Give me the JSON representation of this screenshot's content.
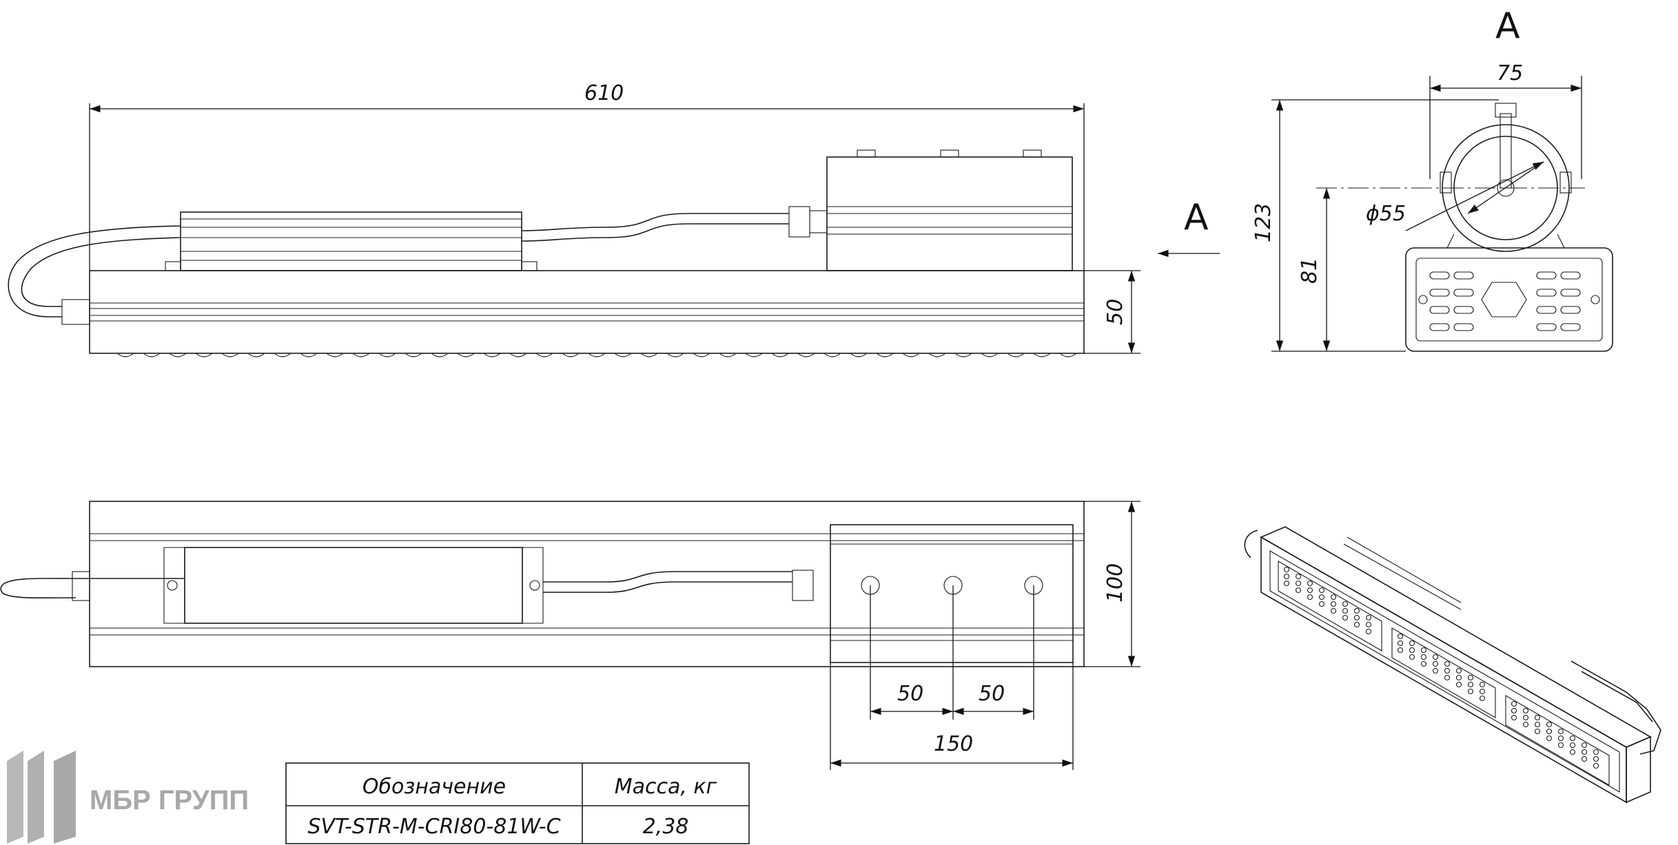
{
  "dimensions": {
    "length": "610",
    "height_side": "50",
    "width_top": "100",
    "spacing_1": "50",
    "spacing_2": "50",
    "driver_length": "150",
    "view_width": "75",
    "total_height": "123",
    "axis_height": "81",
    "pipe_diameter": "ϕ55"
  },
  "views": {
    "section_label_arrow": "A",
    "section_label_view": "A"
  },
  "spec_table": {
    "header_designation": "Обозначение",
    "header_mass": "Масса, кг",
    "designation": "SVT-STR-M-CRI80-81W-C",
    "mass": "2,38"
  },
  "logo": {
    "text": "МБР ГРУПП",
    "color": "#a8a8a8"
  },
  "colors": {
    "line": "#1a1a1a"
  }
}
